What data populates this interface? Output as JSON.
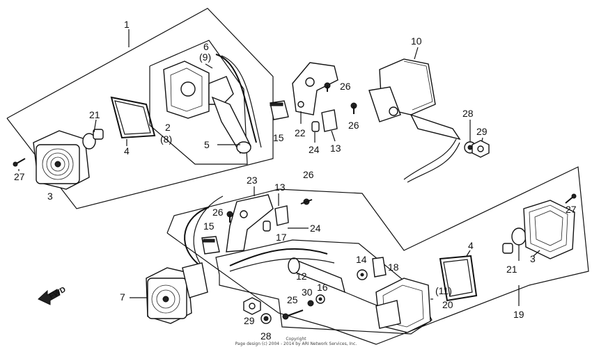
{
  "diagram": {
    "callouts": [
      {
        "id": "c1",
        "text": "1"
      },
      {
        "id": "c6",
        "text": "6"
      },
      {
        "id": "c9",
        "text": "(9)"
      },
      {
        "id": "c2",
        "text": "2"
      },
      {
        "id": "c8",
        "text": "(8)"
      },
      {
        "id": "c21a",
        "text": "21"
      },
      {
        "id": "c4a",
        "text": "4"
      },
      {
        "id": "c5",
        "text": "5"
      },
      {
        "id": "c27a",
        "text": "27"
      },
      {
        "id": "c3a",
        "text": "3"
      },
      {
        "id": "c15a",
        "text": "15"
      },
      {
        "id": "c22",
        "text": "22"
      },
      {
        "id": "c24a",
        "text": "24"
      },
      {
        "id": "c13a",
        "text": "13"
      },
      {
        "id": "c26a",
        "text": "26"
      },
      {
        "id": "c26b",
        "text": "26"
      },
      {
        "id": "c10",
        "text": "10"
      },
      {
        "id": "c28a",
        "text": "28"
      },
      {
        "id": "c29a",
        "text": "29"
      },
      {
        "id": "c23",
        "text": "23"
      },
      {
        "id": "c13b",
        "text": "13"
      },
      {
        "id": "c26c",
        "text": "26"
      },
      {
        "id": "c26d",
        "text": "26"
      },
      {
        "id": "c15b",
        "text": "15"
      },
      {
        "id": "c24b",
        "text": "24"
      },
      {
        "id": "c17",
        "text": "17"
      },
      {
        "id": "c7",
        "text": "7"
      },
      {
        "id": "c12",
        "text": "12"
      },
      {
        "id": "c14",
        "text": "14"
      },
      {
        "id": "c18",
        "text": "18"
      },
      {
        "id": "c30",
        "text": "30"
      },
      {
        "id": "c16",
        "text": "16"
      },
      {
        "id": "c25",
        "text": "25"
      },
      {
        "id": "c29b",
        "text": "29"
      },
      {
        "id": "c28b",
        "text": "28"
      },
      {
        "id": "c4b",
        "text": "4"
      },
      {
        "id": "c11",
        "text": "(11)"
      },
      {
        "id": "c20",
        "text": "20"
      },
      {
        "id": "c19",
        "text": "19"
      },
      {
        "id": "c21b",
        "text": "21"
      },
      {
        "id": "c3b",
        "text": "3"
      },
      {
        "id": "c27b",
        "text": "27"
      }
    ],
    "fwd_label": "FWD",
    "copyright_line1": "Copyright",
    "copyright_line2": "Page design (c) 2004 - 2014 by ARI Network Services, Inc."
  }
}
